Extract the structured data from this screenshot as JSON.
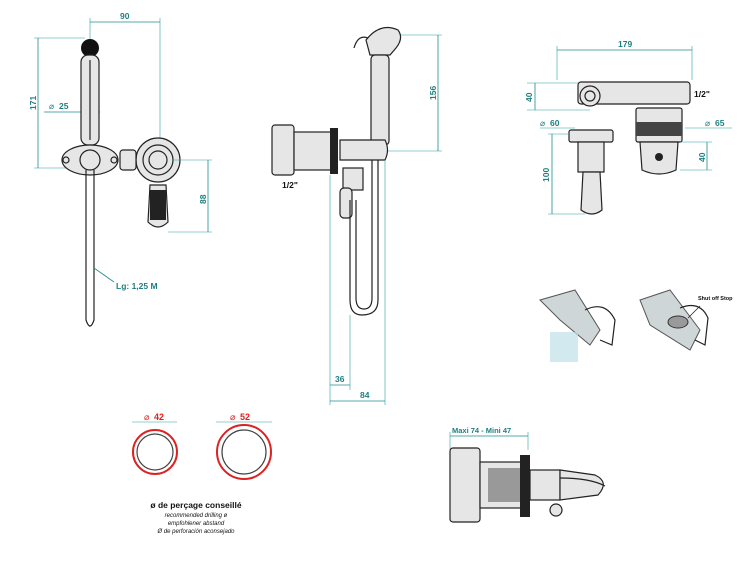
{
  "front_view": {
    "dim_width": "90",
    "dim_height": "171",
    "dim_diameter": "25",
    "dim_valve_drop": "88",
    "hose_length": "Lg: 1,25 M"
  },
  "side_view": {
    "dim_height": "156",
    "thread": "1/2\"",
    "dim_offset": "36",
    "dim_depth": "84"
  },
  "top_view": {
    "dim_width": "179",
    "dim_height": "40",
    "thread": "1/2\"",
    "dim_diam_left": "60",
    "dim_diam_right": "65",
    "dim_depth": "100",
    "dim_knob": "40"
  },
  "detail": {
    "shutoff_label": "Shut off Stop"
  },
  "drilling": {
    "diam_small": "42",
    "diam_large": "52",
    "title": "ø de perçage conseillé",
    "line_en": "recommended drilling ø",
    "line_de": "empfohlener abstand",
    "line_es": "Ø de perforación aconsejado"
  },
  "wall_view": {
    "label": "Maxi 74 - Mini 47"
  },
  "colors": {
    "dimension": "#1f7f80",
    "drill_ring": "#dd2222"
  }
}
